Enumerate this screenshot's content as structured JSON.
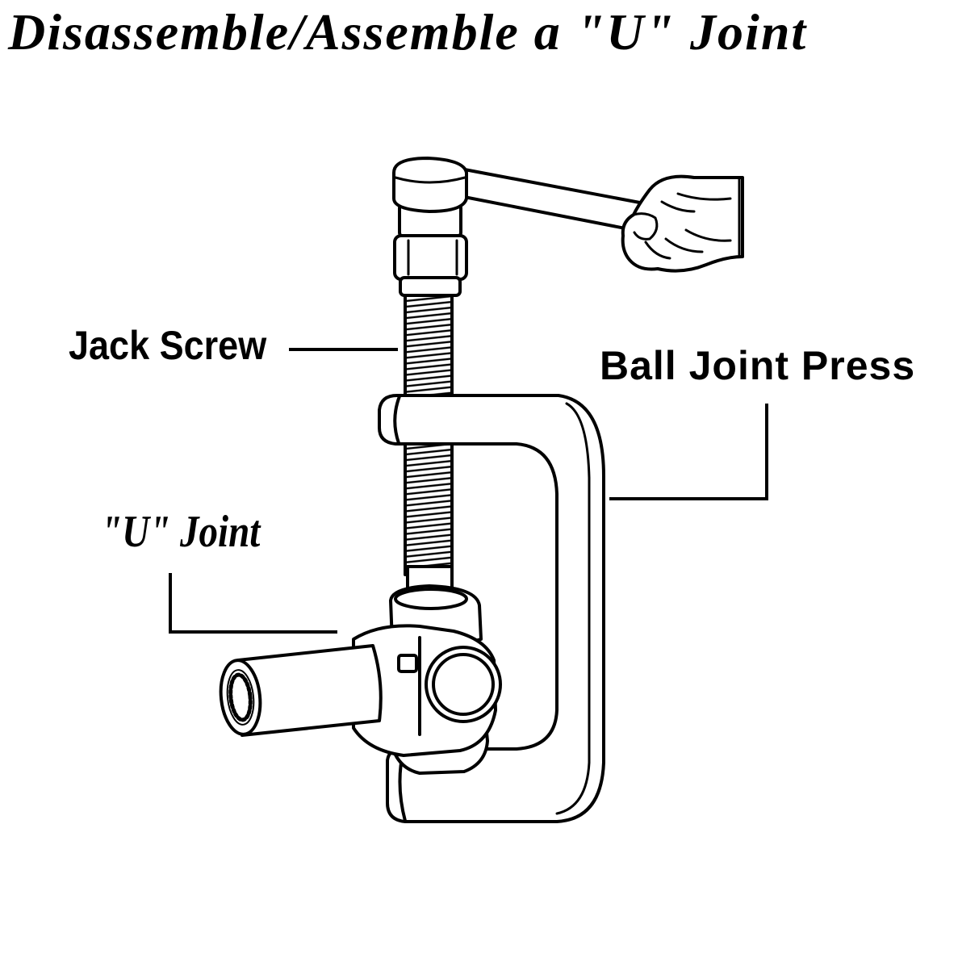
{
  "title": "Disassemble/Assemble a \"U\" Joint",
  "labels": {
    "jack_screw": "Jack Screw",
    "ball_joint_press": "Ball Joint Press",
    "u_joint": "\"U\" Joint"
  },
  "colors": {
    "line": "#000000",
    "background": "#ffffff"
  }
}
